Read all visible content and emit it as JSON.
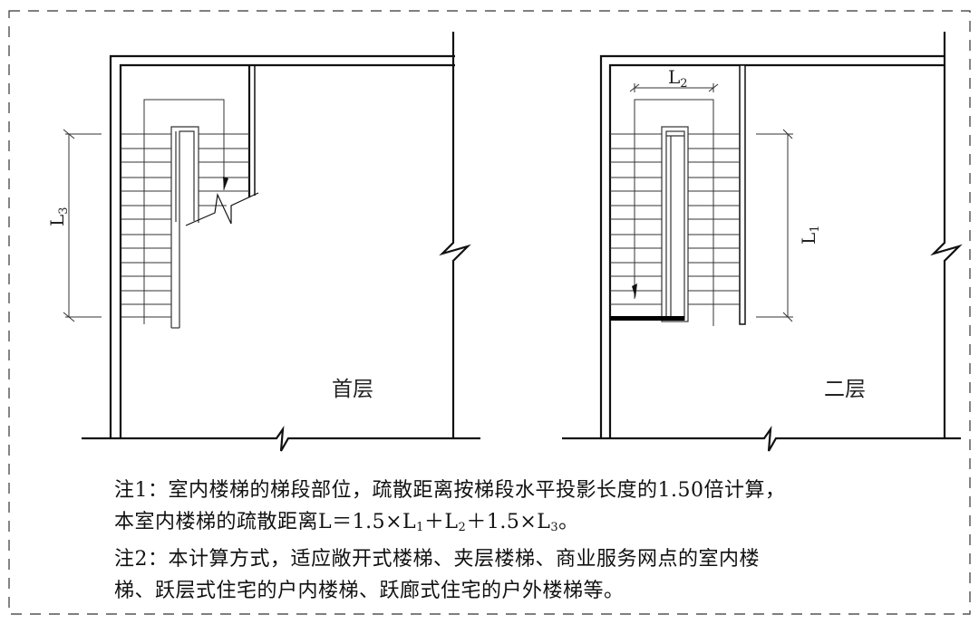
{
  "plans": [
    {
      "label": "首层",
      "dimension": {
        "letter": "L",
        "sub": "3"
      }
    },
    {
      "label": "二层",
      "dimensions": [
        {
          "letter": "L",
          "sub": "2"
        },
        {
          "letter": "L",
          "sub": "1"
        }
      ]
    }
  ],
  "notes": {
    "note1_line1": "注1：室内楼梯的梯段部位，疏散距离按梯段水平投影长度的1.50倍计算，",
    "note1_line2": {
      "p1": "本室内楼梯的疏散距离L＝1.5×L",
      "s1": "1",
      "p2": "＋L",
      "s2": "2",
      "p3": "＋1.5×L",
      "s3": "3",
      "p4": "。"
    },
    "note2_line1": "注2：本计算方式，适应敞开式楼梯、夹层楼梯、商业服务网点的室内楼",
    "note2_line2": "梯、跃层式住宅的户内楼梯、跃廊式住宅的户外楼梯等。"
  }
}
